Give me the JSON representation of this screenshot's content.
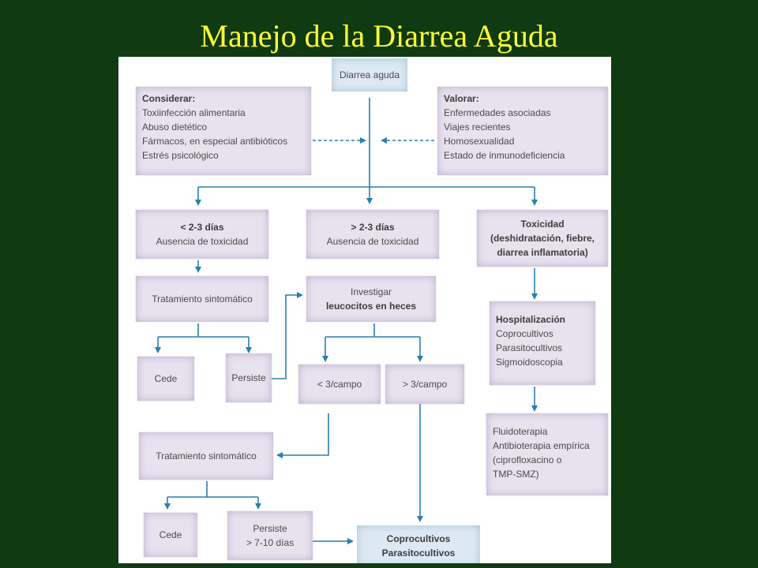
{
  "title": "Manejo de la Diarrea Aguda",
  "colors": {
    "background": "#0f3a12",
    "title": "#ffff33",
    "arrow": "#2a7fae",
    "box": "#e8e2ee"
  },
  "nodes": {
    "start": "Diarrea aguda",
    "considerar": {
      "heading": "Considerar:",
      "items": [
        "Toxiinfección alimentaria",
        "Abuso dietético",
        "Fármacos, en especial antibióticos",
        "Estrés psicológico"
      ]
    },
    "valorar": {
      "heading": "Valorar:",
      "items": [
        "Enfermedades asociadas",
        "Viajes recientes",
        "Homosexualidad",
        "Estado de inmunodeficiencia"
      ]
    },
    "menos_dias": {
      "line1": "< 2-3 días",
      "line2": "Ausencia de toxicidad"
    },
    "mas_dias": {
      "line1": "> 2-3 días",
      "line2": "Ausencia de toxicidad"
    },
    "toxicidad": {
      "line1": "Toxicidad",
      "line2": "(deshidratación, fiebre,",
      "line3": "diarrea inflamatoria)"
    },
    "tratamiento1": "Tratamiento sintomático",
    "investigar": {
      "line1": "Investigar",
      "line2": "leucocitos en heces"
    },
    "hospitalizacion": {
      "heading": "Hospitalización",
      "items": [
        "Coprocultivos",
        "Parasitocultivos",
        "Sigmoidoscopia"
      ]
    },
    "cede1": "Cede",
    "persiste1": "Persiste",
    "menos_campo": "< 3/campo",
    "mas_campo": "> 3/campo",
    "fluidoterapia": {
      "items": [
        "Fluidoterapia",
        "Antibioterapia empírica",
        "(ciprofloxacino o",
        "TMP-SMZ)"
      ]
    },
    "tratamiento2": "Tratamiento sintomático",
    "cede2": "Cede",
    "persiste2": {
      "line1": "Persiste",
      "line2": "> 7-10 días"
    },
    "final": {
      "line1": "Coprocultivos",
      "line2": "Parasitocultivos"
    }
  }
}
